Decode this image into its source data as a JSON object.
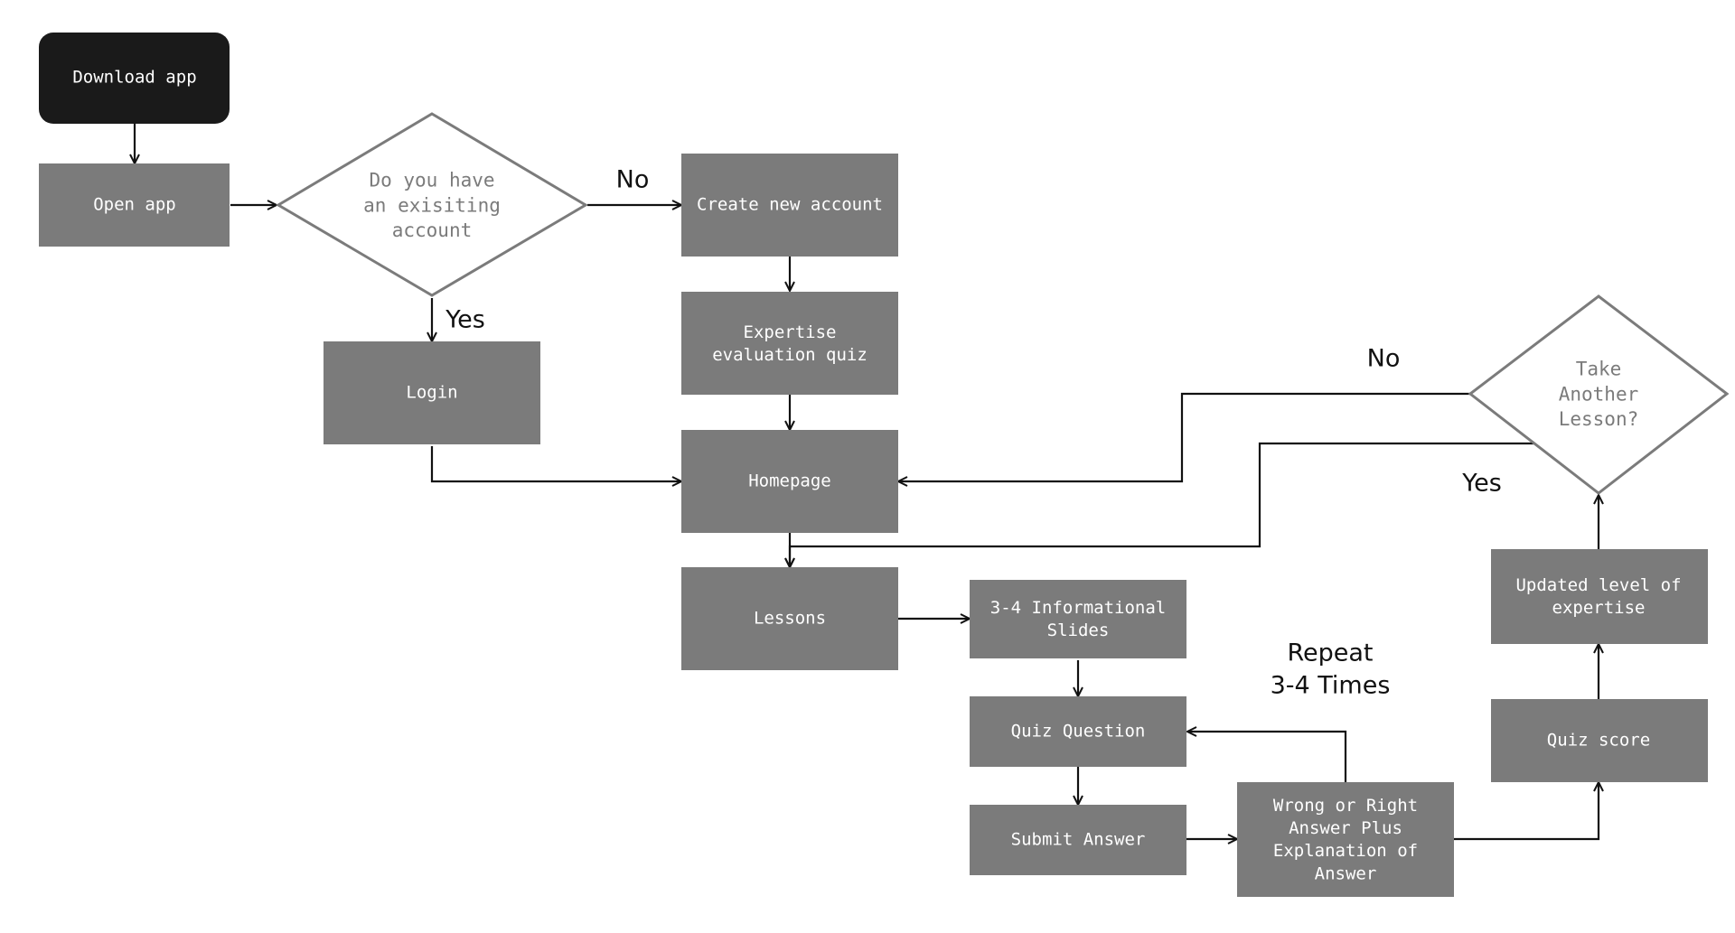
{
  "nodes": {
    "download": {
      "label": "Download app"
    },
    "open": {
      "label": "Open app"
    },
    "has_account": {
      "label": [
        "Do you have",
        "an exisiting",
        "account"
      ]
    },
    "create": {
      "label": "Create new account"
    },
    "login": {
      "label": "Login"
    },
    "expertise_quiz": {
      "label": [
        "Expertise",
        "evaluation quiz"
      ]
    },
    "homepage": {
      "label": "Homepage"
    },
    "lessons": {
      "label": "Lessons"
    },
    "slides": {
      "label": [
        "3-4 Informational",
        "Slides"
      ]
    },
    "quiz_question": {
      "label": "Quiz Question"
    },
    "submit": {
      "label": "Submit Answer"
    },
    "feedback": {
      "label": [
        "Wrong or Right",
        "Answer Plus",
        "Explanation of",
        "Answer"
      ]
    },
    "quiz_score": {
      "label": "Quiz score"
    },
    "updated_level": {
      "label": [
        "Updated level of",
        "expertise"
      ]
    },
    "another_lesson": {
      "label": [
        "Take",
        "Another",
        "Lesson?"
      ]
    }
  },
  "edge_labels": {
    "no_account": "No",
    "yes_account": "Yes",
    "no_another": "No",
    "yes_another": "Yes"
  },
  "notes": {
    "repeat": [
      "Repeat",
      "3-4 Times"
    ]
  }
}
